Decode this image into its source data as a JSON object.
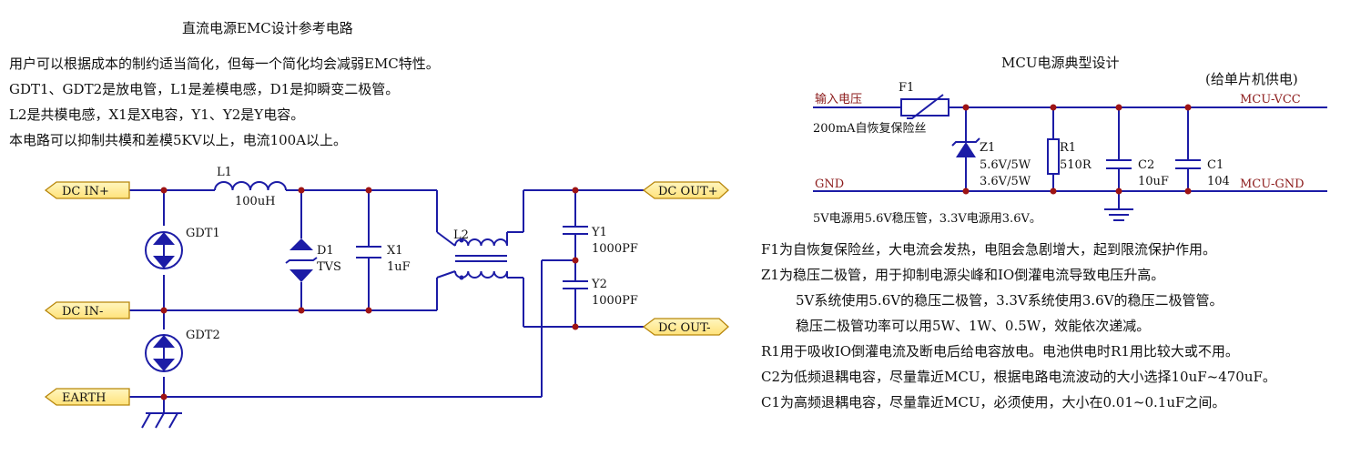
{
  "colors": {
    "wire": "#1c1ca6",
    "node": "#9e1414",
    "port_fill": "#fff2a6",
    "port_stroke": "#b8860b",
    "net_label": "#8b1a1a"
  },
  "left": {
    "title": "直流电源EMC设计参考电路",
    "notes": [
      "用户可以根据成本的制约适当简化，但每一个简化均会减弱EMC特性。",
      "GDT1、GDT2是放电管，L1是差模电感，D1是抑瞬变二极管。",
      "L2是共模电感，X1是X电容，Y1、Y2是Y电容。",
      "本电路可以抑制共模和差模5KV以上，电流100A以上。"
    ],
    "ports": {
      "dc_in_plus": "DC IN+",
      "dc_in_minus": "DC IN-",
      "earth": "EARTH",
      "dc_out_plus": "DC OUT+",
      "dc_out_minus": "DC OUT-"
    },
    "components": {
      "l1_ref": "L1",
      "l1_val": "100uH",
      "gdt1": "GDT1",
      "gdt2": "GDT2",
      "d1_ref": "D1",
      "d1_val": "TVS",
      "x1_ref": "X1",
      "x1_val": "1uF",
      "l2_ref": "L2",
      "y1_ref": "Y1",
      "y1_val": "1000PF",
      "y2_ref": "Y2",
      "y2_val": "1000PF"
    }
  },
  "right": {
    "title": "MCU电源典型设计",
    "subtitle": "(给单片机供电)",
    "nets": {
      "input": "输入电压",
      "gnd": "GND",
      "mcu_vcc": "MCU-VCC",
      "mcu_gnd": "MCU-GND"
    },
    "components": {
      "f1_ref": "F1",
      "f1_val": "200mA自恢复保险丝",
      "z1_ref": "Z1",
      "z1_val1": "5.6V/5W",
      "z1_val2": "3.6V/5W",
      "r1_ref": "R1",
      "r1_val": "510R",
      "c2_ref": "C2",
      "c2_val": "10uF",
      "c1_ref": "C1",
      "c1_val": "104"
    },
    "caption": "5V电源用5.6V稳压管，3.3V电源用3.6V。",
    "notes": [
      "F1为自恢复保险丝，大电流会发热，电阻会急剧增大，起到限流保护作用。",
      "Z1为稳压二极管，用于抑制电源尖峰和IO倒灌电流导致电压升高。",
      "5V系统使用5.6V的稳压二极管，3.3V系统使用3.6V的稳压二极管管。",
      "稳压二极管功率可以用5W、1W、0.5W，效能依次递减。",
      "R1用于吸收IO倒灌电流及断电后给电容放电。电池供电时R1用比较大或不用。",
      "C2为低频退耦电容，尽量靠近MCU，根据电路电流波动的大小选择10uF~470uF。",
      "C1为高频退耦电容，尽量靠近MCU，必须使用，大小在0.01~0.1uF之间。"
    ]
  }
}
